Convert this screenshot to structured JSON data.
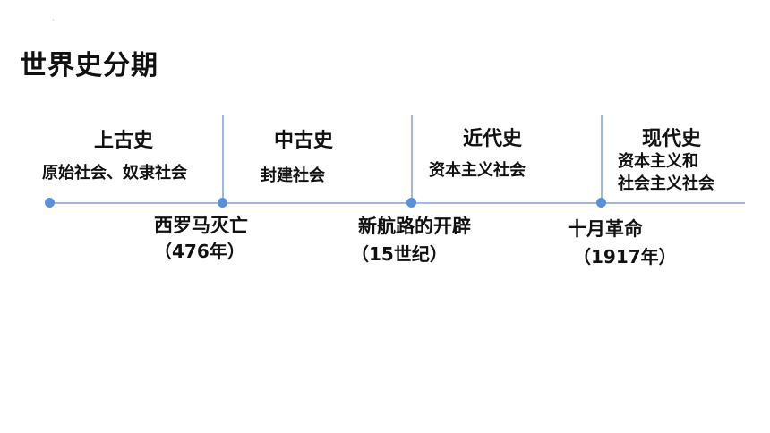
{
  "title": "世界史分期",
  "eras": [
    {
      "name": "上古史",
      "desc": "原始社会、奴隶社会"
    },
    {
      "name": "中古史",
      "desc": "封建社会"
    },
    {
      "name": "近代史",
      "desc": "资本主义社会"
    },
    {
      "name": "现代史",
      "desc_lines": [
        "资本主义和",
        "社会主义社会"
      ]
    }
  ],
  "events": [
    {
      "name": "西罗马灭亡",
      "date": "（476年）"
    },
    {
      "name": "新航路的开辟",
      "date": "（15世纪）"
    },
    {
      "name": "十月革命",
      "date": "（1917年）"
    }
  ],
  "colors": {
    "line": "#9fb9dc",
    "node": "#5b8fd6"
  }
}
